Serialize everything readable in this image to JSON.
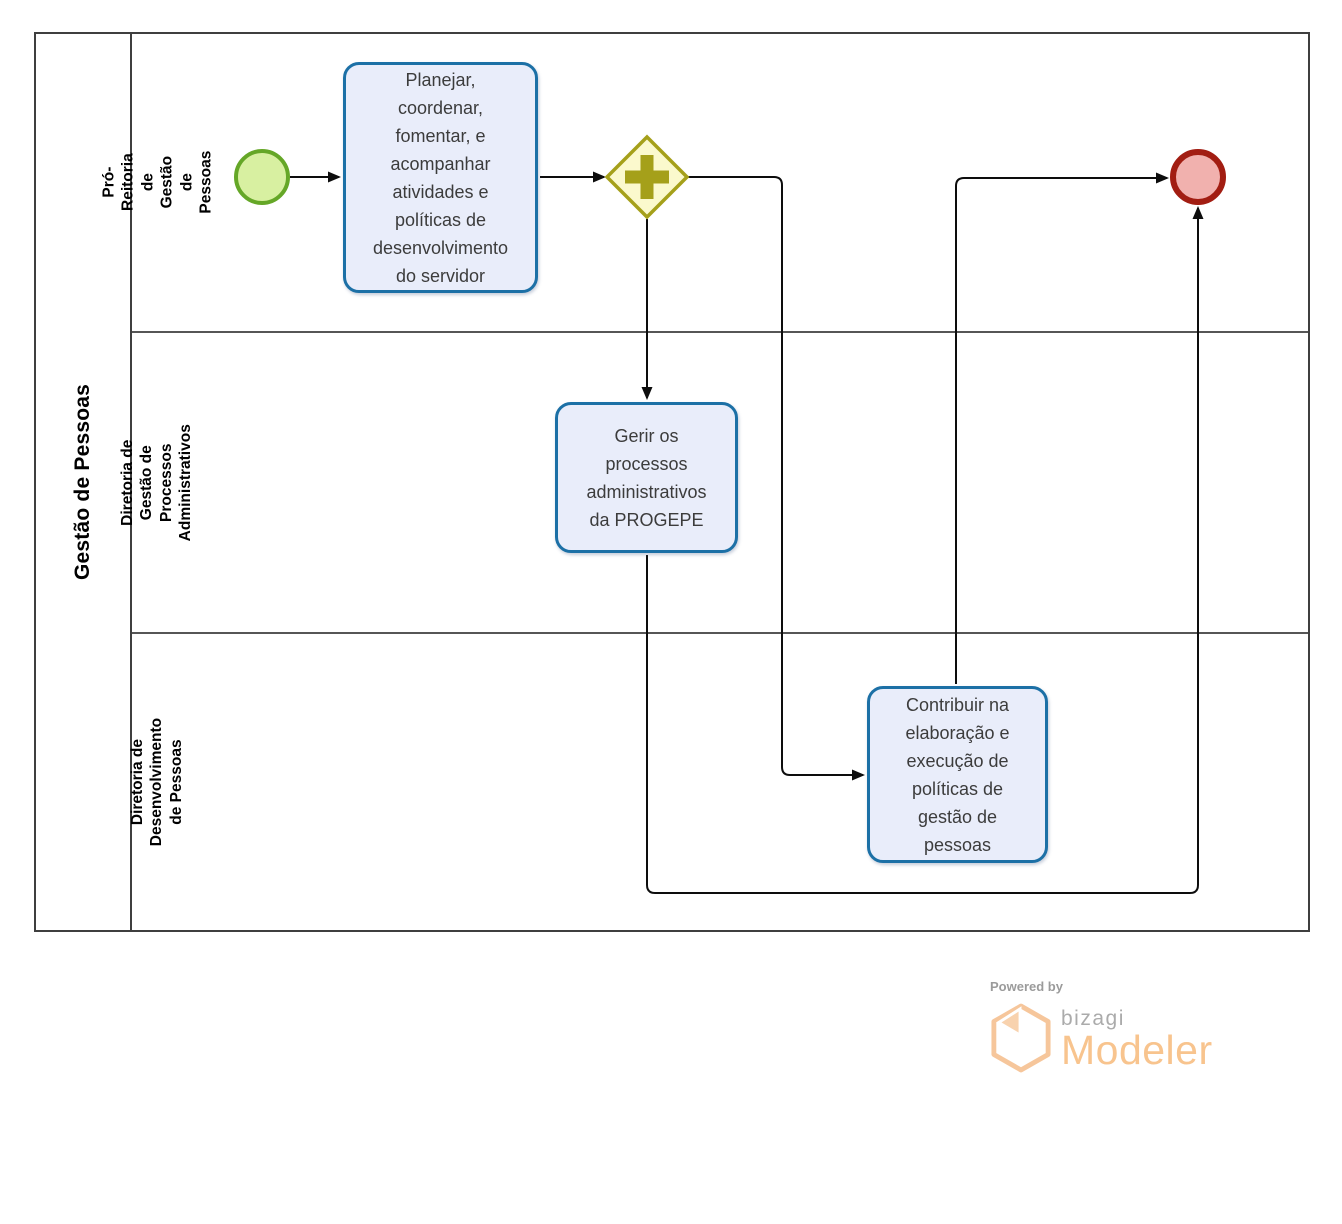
{
  "diagram": {
    "pool": {
      "title": "Gestão de Pessoas"
    },
    "lanes": [
      {
        "id": "lane-pro-reitoria",
        "label": "Pró-Reitoria de Gestão de\nPessoas"
      },
      {
        "id": "lane-processos-administrativos",
        "label": "Diretoria de Gestão de\nProcessos Administrativos"
      },
      {
        "id": "lane-desenvolvimento",
        "label": "Diretoria de Desenvolvimento\nde Pessoas"
      }
    ],
    "nodes": {
      "start_event": {
        "type": "start-event"
      },
      "task_planejar": {
        "type": "task",
        "label": "Planejar,\ncoordenar,\nfomentar, e\nacompanhar\natividades e\npolíticas de\ndesenvolvimento\ndo servidor"
      },
      "parallel_gateway": {
        "type": "parallel-gateway"
      },
      "task_gerir": {
        "type": "task",
        "label": "Gerir os\nprocessos\nadministrativos\nda PROGEPE"
      },
      "task_contribuir": {
        "type": "task",
        "label": "Contribuir na\nelaboração e\nexecução de\npolíticas de\ngestão de\npessoas"
      },
      "end_event": {
        "type": "end-event"
      }
    },
    "flows": [
      {
        "from": "start_event",
        "to": "task_planejar"
      },
      {
        "from": "task_planejar",
        "to": "parallel_gateway"
      },
      {
        "from": "parallel_gateway",
        "to": "task_gerir"
      },
      {
        "from": "parallel_gateway",
        "to": "task_contribuir"
      },
      {
        "from": "task_gerir",
        "to": "end_event"
      },
      {
        "from": "task_contribuir",
        "to": "end_event"
      }
    ]
  },
  "colors": {
    "task_fill": "#E9EDFA",
    "task_border": "#1C70A6",
    "start_fill": "#D8F0A1",
    "start_border": "#65A727",
    "end_fill": "#F1B1AE",
    "end_border": "#A21D12",
    "gateway_fill": "#FBF9CD",
    "gateway_border": "#A5A01A",
    "connector": "#0D0D0D",
    "pool_border": "#3F3F3F",
    "lane_divider": "#565656",
    "logo_orange": "#F8C48E",
    "logo_gray": "#9B9B9B"
  },
  "logo": {
    "powered_by": "Powered by",
    "brand": "bizagi",
    "product": "Modeler"
  }
}
